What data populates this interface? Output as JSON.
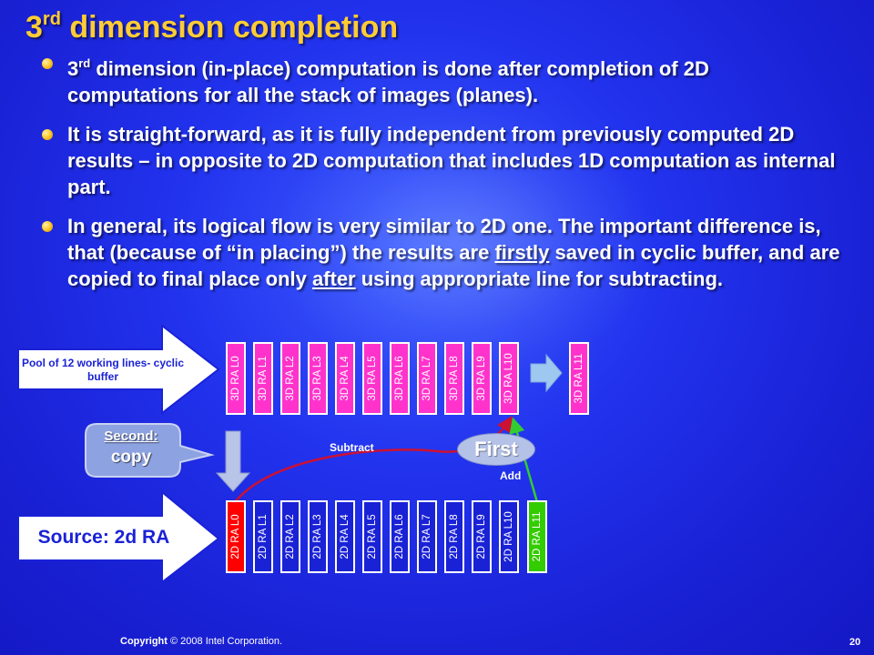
{
  "title": {
    "main": "3",
    "sup": "rd",
    "rest": " dimension completion"
  },
  "bullets": [
    {
      "parts": [
        {
          "t": "3"
        },
        {
          "t": "rd",
          "sup": true
        },
        {
          "t": " dimension (in-place) computation is done after completion of 2D computations for all the stack of images (planes)."
        }
      ]
    },
    {
      "parts": [
        {
          "t": "It is straight-forward, as it is fully independent from previously computed 2D results – in opposite to 2D computation that includes 1D computation as internal part."
        }
      ]
    },
    {
      "parts": [
        {
          "t": "In general, its logical flow is very similar to 2D one. The important difference is, that (because of “in placing”) the results are "
        },
        {
          "t": "firstly",
          "u": true
        },
        {
          "t": " saved in cyclic buffer, and are copied to final place only "
        },
        {
          "t": "after",
          "u": true
        },
        {
          "t": " using appropriate line for subtracting."
        }
      ]
    }
  ],
  "diagram": {
    "pool_label": "Pool of 12 working lines- cyclic buffer",
    "source_label": "Source: 2d RA",
    "row3d": [
      "3D RA L0",
      "3D RA L1",
      "3D RA L2",
      "3D RA L3",
      "3D RA L4",
      "3D RA L5",
      "3D RA L6",
      "3D RA L7",
      "3D RA L8",
      "3D RA L9",
      "3D RA L10",
      "3D RA L11"
    ],
    "row2d": [
      "2D RA L0",
      "2D RA L1",
      "2D RA L2",
      "2D RA L3",
      "2D RA L4",
      "2D RA L5",
      "2D RA L6",
      "2D RA L7",
      "2D RA L8",
      "2D RA L9",
      "2D RA L10",
      "2D RA L11"
    ],
    "first_label": "First",
    "subtract_label": "Subtract",
    "add_label": "Add",
    "second_line1": "Second:",
    "second_line2": "copy"
  },
  "footer": {
    "copyright_word": "Copyright",
    "copyright_rest": "© 2008 Intel Corporation.",
    "page": "20"
  },
  "colors": {
    "background": "#1a22d6",
    "title": "#ffcc33",
    "row3d_box": "#ff33cc",
    "row2d_box": "#1a22d6",
    "red_box": "#ff0000",
    "green_box": "#33cc00",
    "subtract_arrow": "#cc1133",
    "add_arrow": "#33cc33"
  }
}
